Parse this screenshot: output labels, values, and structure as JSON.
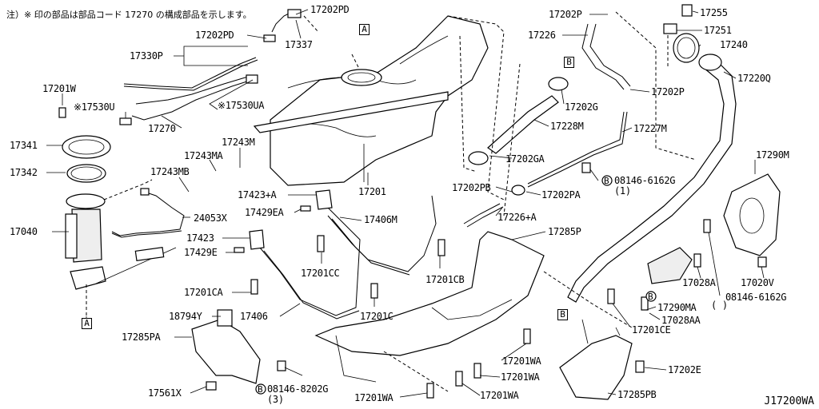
{
  "note": "注）※ 印の部品は部品コード 17270 の構成部品を示します。",
  "diagram_code": "J17200WA",
  "boxes": [
    {
      "id": "box-a-top",
      "text": "A"
    },
    {
      "id": "box-a-bottom",
      "text": "A"
    },
    {
      "id": "box-b-top",
      "text": "B"
    },
    {
      "id": "box-b-bottom",
      "text": "B"
    }
  ],
  "labels": [
    {
      "id": "17202PD",
      "text": "17202PD"
    },
    {
      "id": "17202PD_2",
      "text": "17202PD"
    },
    {
      "id": "17337",
      "text": "17337"
    },
    {
      "id": "17330P",
      "text": "17330P"
    },
    {
      "id": "17201W",
      "text": "17201W"
    },
    {
      "id": "17530U",
      "text": "※17530U"
    },
    {
      "id": "17530UA",
      "text": "※17530UA"
    },
    {
      "id": "17270",
      "text": "17270"
    },
    {
      "id": "17341",
      "text": "17341"
    },
    {
      "id": "17342",
      "text": "17342"
    },
    {
      "id": "17243M",
      "text": "17243M"
    },
    {
      "id": "17243MA",
      "text": "17243MA"
    },
    {
      "id": "17243MB",
      "text": "17243MB"
    },
    {
      "id": "17040",
      "text": "17040"
    },
    {
      "id": "24053X",
      "text": "24053X"
    },
    {
      "id": "17201",
      "text": "17201"
    },
    {
      "id": "17423A",
      "text": "17423+A"
    },
    {
      "id": "17429EA",
      "text": "17429EA"
    },
    {
      "id": "17406M",
      "text": "17406M"
    },
    {
      "id": "17423",
      "text": "17423"
    },
    {
      "id": "17429E",
      "text": "17429E"
    },
    {
      "id": "17201CC",
      "text": "17201CC"
    },
    {
      "id": "17201CB",
      "text": "17201CB"
    },
    {
      "id": "17201CA",
      "text": "17201CA"
    },
    {
      "id": "18794Y",
      "text": "18794Y"
    },
    {
      "id": "17406",
      "text": "17406"
    },
    {
      "id": "17201C",
      "text": "17201C"
    },
    {
      "id": "17285PA",
      "text": "17285PA"
    },
    {
      "id": "08146_8202G",
      "text": "08146-8202G"
    },
    {
      "id": "qty3",
      "text": "(3)"
    },
    {
      "id": "17561X",
      "text": "17561X"
    },
    {
      "id": "17201WA_1",
      "text": "17201WA"
    },
    {
      "id": "17201WA_2",
      "text": "17201WA"
    },
    {
      "id": "17201WA_3",
      "text": "17201WA"
    },
    {
      "id": "17201WA_4",
      "text": "17201WA"
    },
    {
      "id": "17202P",
      "text": "17202P"
    },
    {
      "id": "17226",
      "text": "17226"
    },
    {
      "id": "17202G",
      "text": "17202G"
    },
    {
      "id": "17202P_2",
      "text": "17202P"
    },
    {
      "id": "17228M",
      "text": "17228M"
    },
    {
      "id": "17227M",
      "text": "17227M"
    },
    {
      "id": "17202GA",
      "text": "17202GA"
    },
    {
      "id": "08146_6162G",
      "text": "08146-6162G"
    },
    {
      "id": "qty1",
      "text": "(1)"
    },
    {
      "id": "17202PB",
      "text": "17202PB"
    },
    {
      "id": "17202PA",
      "text": "17202PA"
    },
    {
      "id": "17226A",
      "text": "17226+A"
    },
    {
      "id": "17285P",
      "text": "17285P"
    },
    {
      "id": "17255",
      "text": "17255"
    },
    {
      "id": "17251",
      "text": "17251"
    },
    {
      "id": "17240",
      "text": "17240"
    },
    {
      "id": "17220Q",
      "text": "17220Q"
    },
    {
      "id": "17290M",
      "text": "17290M"
    },
    {
      "id": "17028A",
      "text": "17028A"
    },
    {
      "id": "17020V",
      "text": "17020V"
    },
    {
      "id": "08146_6162G_2",
      "text": "08146-6162G"
    },
    {
      "id": "qty_blank",
      "text": "( )"
    },
    {
      "id": "17290MA",
      "text": "17290MA"
    },
    {
      "id": "17028AA",
      "text": "17028AA"
    },
    {
      "id": "17201CE",
      "text": "17201CE"
    },
    {
      "id": "17202E",
      "text": "17202E"
    },
    {
      "id": "17285PB",
      "text": "17285PB"
    }
  ]
}
